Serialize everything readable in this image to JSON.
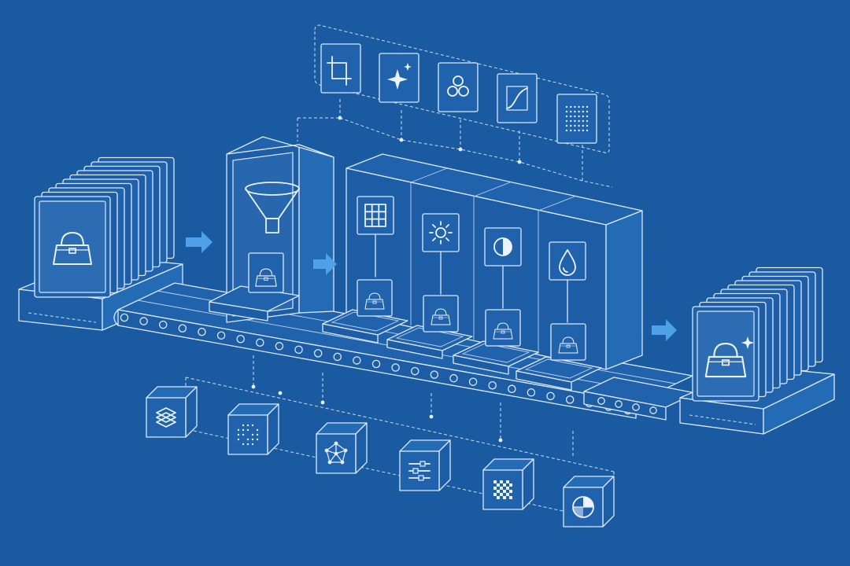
{
  "diagram": {
    "kind": "isometric-blueprint-pipeline",
    "colors": {
      "background": "#1a5aa0",
      "line": "#dbe9fb",
      "arrow": "#4ea1e6"
    },
    "stages": [
      {
        "id": "input-stack",
        "icon": "handbag-icon"
      },
      {
        "id": "filter-station",
        "icon": "funnel-icon"
      },
      {
        "id": "grid-station",
        "icon": "grid-icon"
      },
      {
        "id": "brightness-station",
        "icon": "sun-icon"
      },
      {
        "id": "contrast-station",
        "icon": "contrast-icon"
      },
      {
        "id": "color-station",
        "icon": "droplet-icon"
      },
      {
        "id": "output-stack",
        "icon": "handbag-sparkle-icon"
      }
    ],
    "top_tools": [
      "crop-icon",
      "sparkle-icon",
      "circles-icon",
      "curve-icon",
      "dot-grid-icon"
    ],
    "bottom_tools": [
      "layers-icon",
      "noise-icon",
      "network-icon",
      "sliders-icon",
      "checkerboard-icon",
      "color-wheel-icon"
    ]
  }
}
